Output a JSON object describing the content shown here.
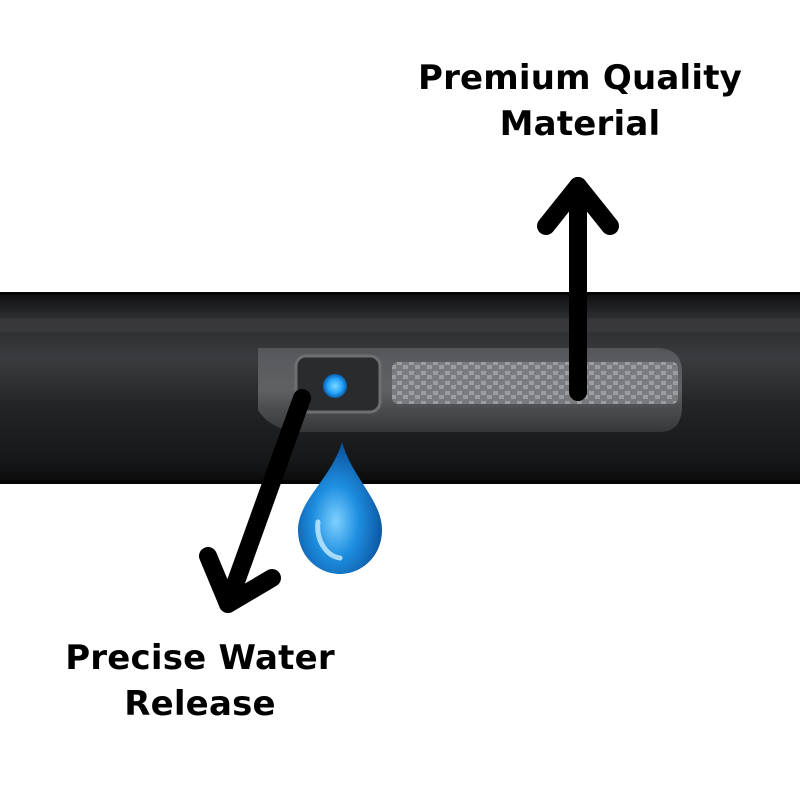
{
  "callouts": {
    "material": {
      "line1": "Premium Quality",
      "line2": "Material"
    },
    "release": {
      "line1": "Precise Water",
      "line2": "Release"
    }
  },
  "colors": {
    "background": "#ffffff",
    "tube": "#1e1f21",
    "arrow": "#000000",
    "water_drop": "#1e8fe0",
    "emitter_hole": "#27a6ff"
  },
  "icons": {
    "arrow_up": "arrow-up-icon",
    "arrow_down_left": "arrow-down-left-icon",
    "water_drop": "water-drop-icon"
  }
}
